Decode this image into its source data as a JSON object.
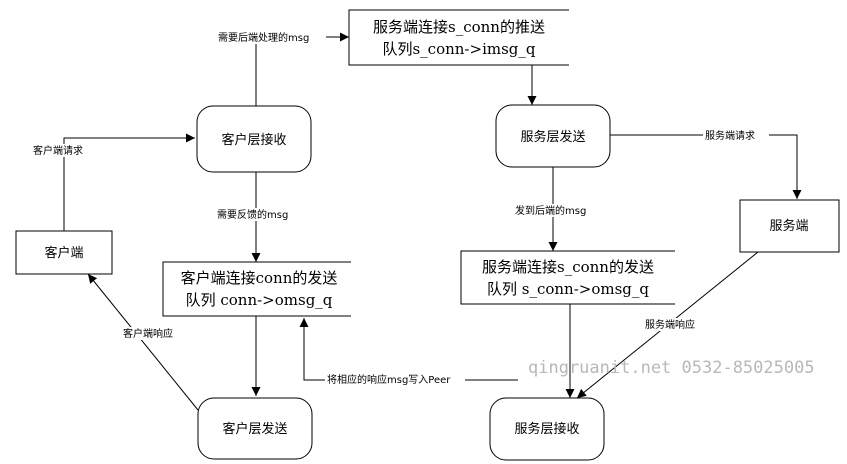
{
  "nodes": {
    "push_queue_line1": "服务端连接s_conn的推送",
    "push_queue_line2": "队列s_conn->imsg_q",
    "client_layer_receive": "客户层接收",
    "server_layer_send": "服务层发送",
    "client": "客户端",
    "server": "服务端",
    "client_send_queue_line1": "客户端连接conn的发送",
    "client_send_queue_line2": "队列 conn->omsg_q",
    "server_send_queue_line1": "服务端连接s_conn的发送",
    "server_send_queue_line2": "队列 s_conn->omsg_q",
    "client_layer_send": "客户层发送",
    "server_layer_receive": "服务层接收"
  },
  "edges": {
    "needs_backend_processing": "需要后端处理的msg",
    "client_request": "客户端请求",
    "server_request": "服务端请求",
    "needs_feedback": "需要反馈的msg",
    "sent_to_backend": "发到后端的msg",
    "server_response": "服务端响应",
    "client_response": "客户端响应",
    "write_to_peer": "将相应的响应msg写入Peer"
  },
  "watermark": "qingruanit.net 0532-85025005"
}
